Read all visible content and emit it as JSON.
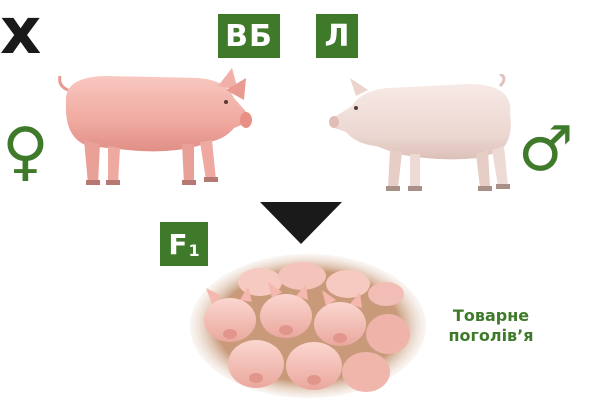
{
  "parents": {
    "female_breed_code": "ВБ",
    "male_breed_code": "Л",
    "female_symbol": "♀",
    "male_symbol": "♂",
    "cross_symbol": "x"
  },
  "offspring": {
    "generation_base": "F",
    "generation_index": "1",
    "caption_line1": "Товарне",
    "caption_line2": "поголів’я"
  },
  "colors": {
    "accent_green": "#3f7a2a",
    "arrow": "#1a1a1a"
  },
  "icons": [
    "female-symbol-icon",
    "male-symbol-icon",
    "down-arrow-icon",
    "pig-illustration"
  ]
}
